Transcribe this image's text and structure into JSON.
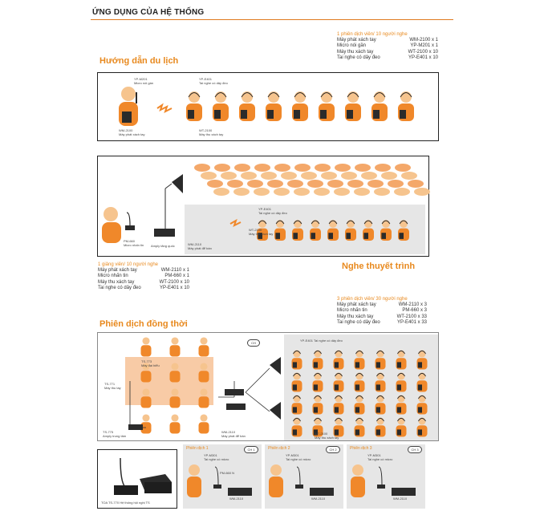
{
  "header": {
    "title": "ỨNG DỤNG CỦA HỆ THỐNG"
  },
  "sections": {
    "tour": {
      "title": "Hướng dẫn du lịch",
      "spec_heading": "1 phiên dịch viên/ 10 người nghe",
      "spec": [
        {
          "item": "Máy phát xách tay",
          "value": "WM-2100 x 1"
        },
        {
          "item": "Micro nói gần",
          "value": "YP-M201 x 1"
        },
        {
          "item": "Máy thu xách tay",
          "value": "WT-2100 x 10"
        },
        {
          "item": "Tai nghe có dây đeo",
          "value": "YP-E401 x 10"
        }
      ],
      "labels": {
        "mic": "YP-M201\nMicro nói gần",
        "headset": "YP-E401\nTai nghe có dây đeo",
        "transmitter": "WM-2100\nMáy phát xách tay",
        "receiver": "WT-2100\nMáy thu xách tay"
      }
    },
    "presentation": {
      "title": "Nghe thuyết trình",
      "spec_heading": "1 giảng viên/ 10 người nghe",
      "spec": [
        {
          "item": "Máy phát xách tay",
          "value": "WM-2110 x 1"
        },
        {
          "item": "Micro nhấn tin",
          "value": "PM-660 x 1"
        },
        {
          "item": "Máy thu xách tay",
          "value": "WT-2100 x 10"
        },
        {
          "item": "Tai nghe có dây đeo",
          "value": "YP-E401 x 10"
        }
      ],
      "labels": {
        "mic": "PM-660\nMicro nhấn tin",
        "amp": "Amply tăng quốc",
        "transmitter": "WM-2110\nMáy phát để bàn",
        "headset": "YP-E401\nTai nghe có dây đeo",
        "receiver": "WT-2100\nMáy thu xách tay"
      }
    },
    "simultaneous": {
      "title": "Phiên dịch đồng thời",
      "spec_heading": "3 phiên dịch viên/ 30 người nghe",
      "spec": [
        {
          "item": "Máy phát xách tay",
          "value": "WM-2110 x 3"
        },
        {
          "item": "Micro nhấn tin",
          "value": "PM-660 x 3"
        },
        {
          "item": "Máy thu xách tay",
          "value": "WT-2100 x 33"
        },
        {
          "item": "Tai nghe có dây đeo",
          "value": "YP-E401 x 33"
        }
      ],
      "labels": {
        "ts_unit": "TS-773\nMáy đại biểu",
        "ts_receiver": "TS-771\nMáy thu tay",
        "ts_amp": "TS-775\nAmply trung tâm",
        "transmitter": "WM-2110\nMáy phát để bàn",
        "headset": "YP-E401 Tai nghe có dây đeo",
        "receiver": "WT-2100\nMáy thu xách tay",
        "photo_caption": "TOA TS-770 Hệ thống hội nghị TS"
      },
      "channels": [
        {
          "title": "Phiên dịch 1",
          "ch": "CH 1"
        },
        {
          "title": "Phiên dịch 2",
          "ch": "CH 2"
        },
        {
          "title": "Phiên dịch 3",
          "ch": "CH 3"
        }
      ],
      "channel_labels": {
        "headset_mic": "YP-M301\nTai nghe có micro",
        "mic": "PM-660 N",
        "transmitter": "WM-2110"
      }
    }
  },
  "colors": {
    "accent": "#e8891e",
    "skin": "#f6c48e",
    "body": "#f0882a",
    "device": "#2b2b2b",
    "panel": "#e6e6e6"
  }
}
